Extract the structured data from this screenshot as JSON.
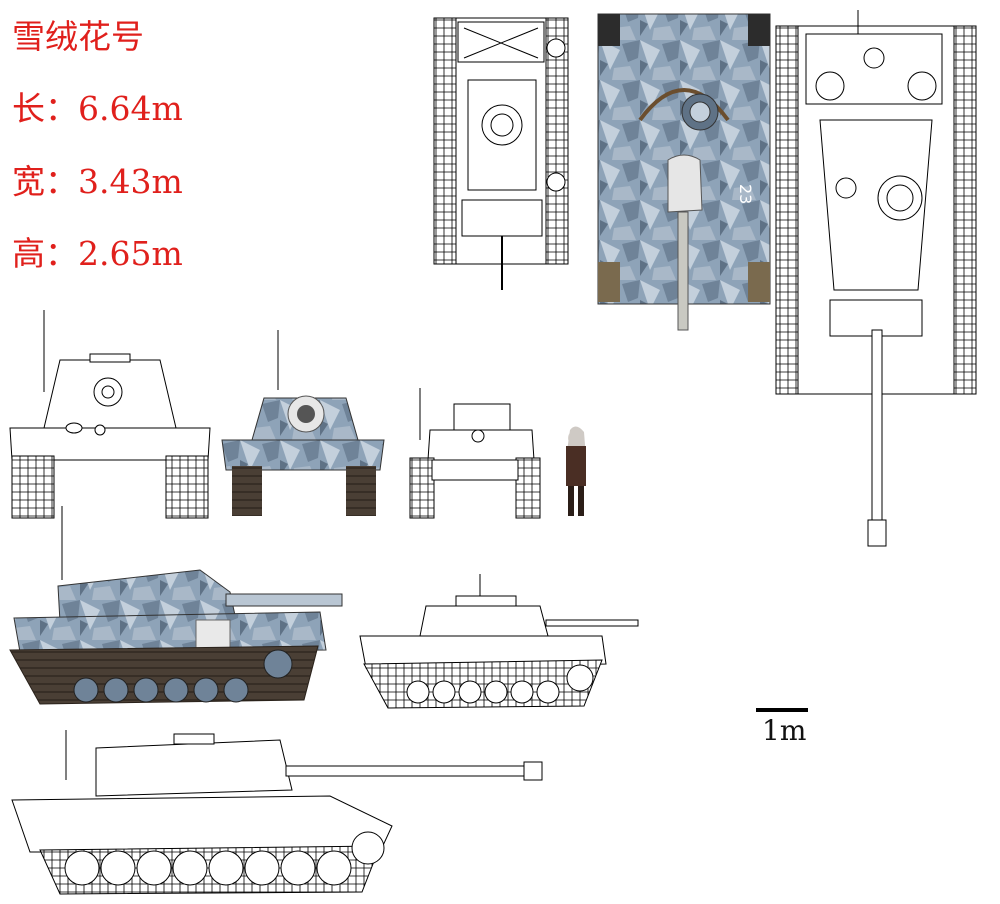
{
  "specs": {
    "name": "雪绒花号",
    "length": "长：6.64m",
    "width": "宽：3.43m",
    "height": "高：2.65m"
  },
  "scale_bar": {
    "label": "1m"
  },
  "turret_marking": "23",
  "colors": {
    "spec_text": "#e0201c",
    "camo_blue": "#8ea3b8",
    "camo_light": "#c4d0dc",
    "camo_dark": "#5f7286",
    "track": "#4a3f35",
    "line": "#000000"
  }
}
